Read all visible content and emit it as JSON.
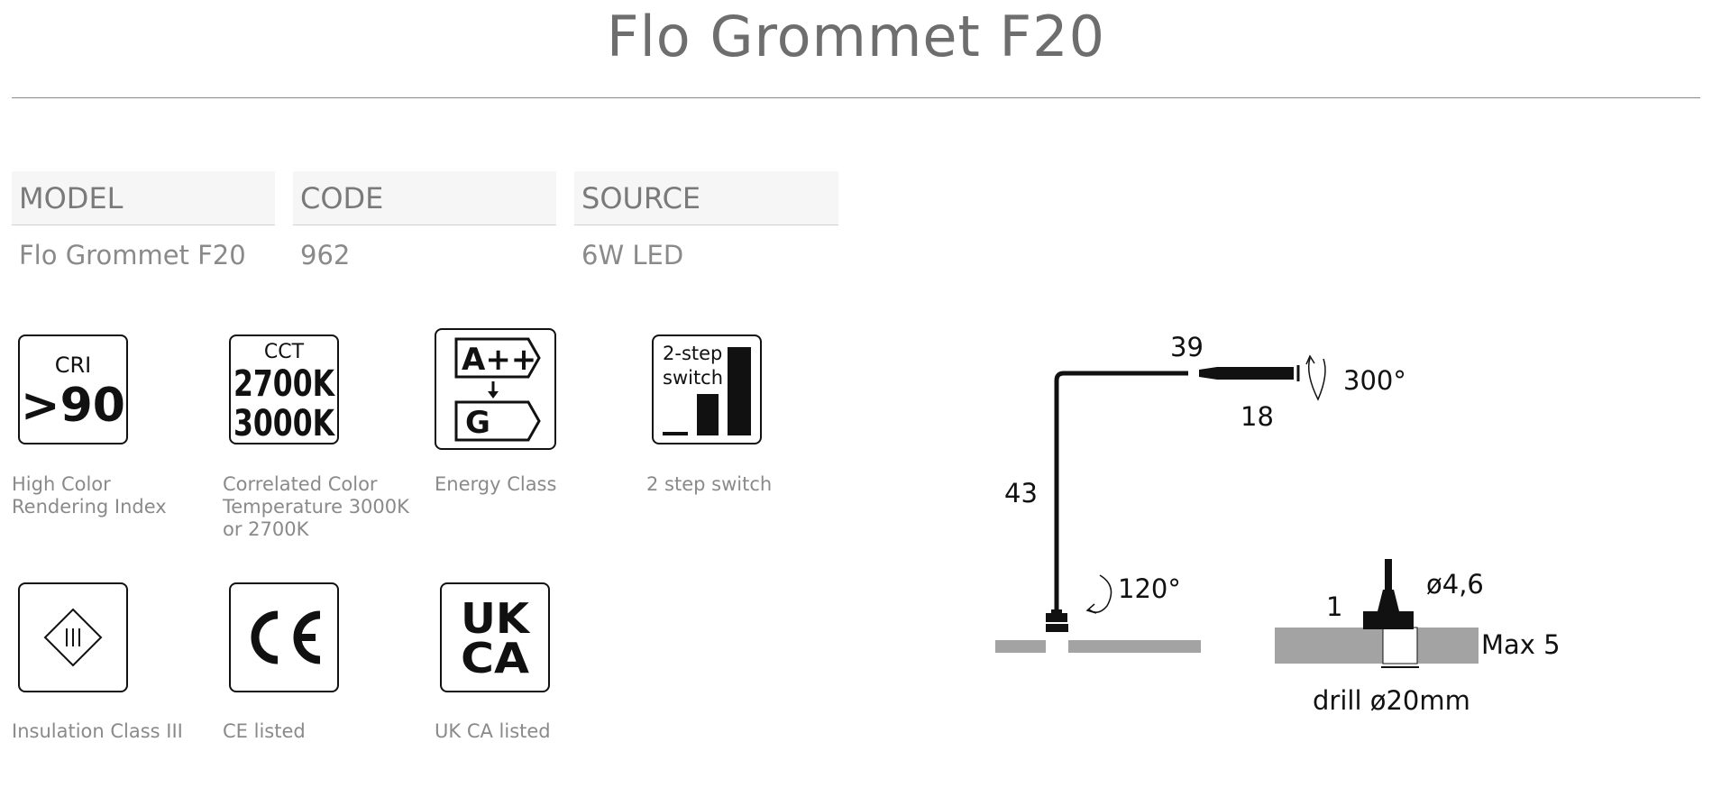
{
  "title": "Flo Grommet F20",
  "specs": [
    {
      "label": "MODEL",
      "value": "Flo Grommet F20"
    },
    {
      "label": "CODE",
      "value": "962"
    },
    {
      "label": "SOURCE",
      "value": "6W LED"
    }
  ],
  "icons": {
    "cri": {
      "top": "CRI",
      "value": ">90",
      "caption": "High Color Rendering Index"
    },
    "cct": {
      "top": "CCT",
      "line1": "2700K",
      "line2": "3000K",
      "caption": "Correlated Color Temperature 3000K or 2700K"
    },
    "energy": {
      "top": "A++",
      "bottom": "G",
      "caption": "Energy Class"
    },
    "switch": {
      "line1": "2-step",
      "line2": "switch",
      "caption": "2 step switch"
    },
    "insulation": {
      "caption": "Insulation Class III"
    },
    "ce": {
      "caption": "CE listed"
    },
    "ukca": {
      "line1": "UK",
      "line2": "CA",
      "caption": "UK CA listed"
    }
  },
  "dimensions": {
    "arm_length": "39",
    "head_depth": "18",
    "head_rotation": "300°",
    "stem_height": "43",
    "stem_rotation": "120°",
    "flange": "1",
    "diameter": "ø4,6",
    "max_thickness": "Max 5",
    "drill": "drill ø20mm"
  }
}
